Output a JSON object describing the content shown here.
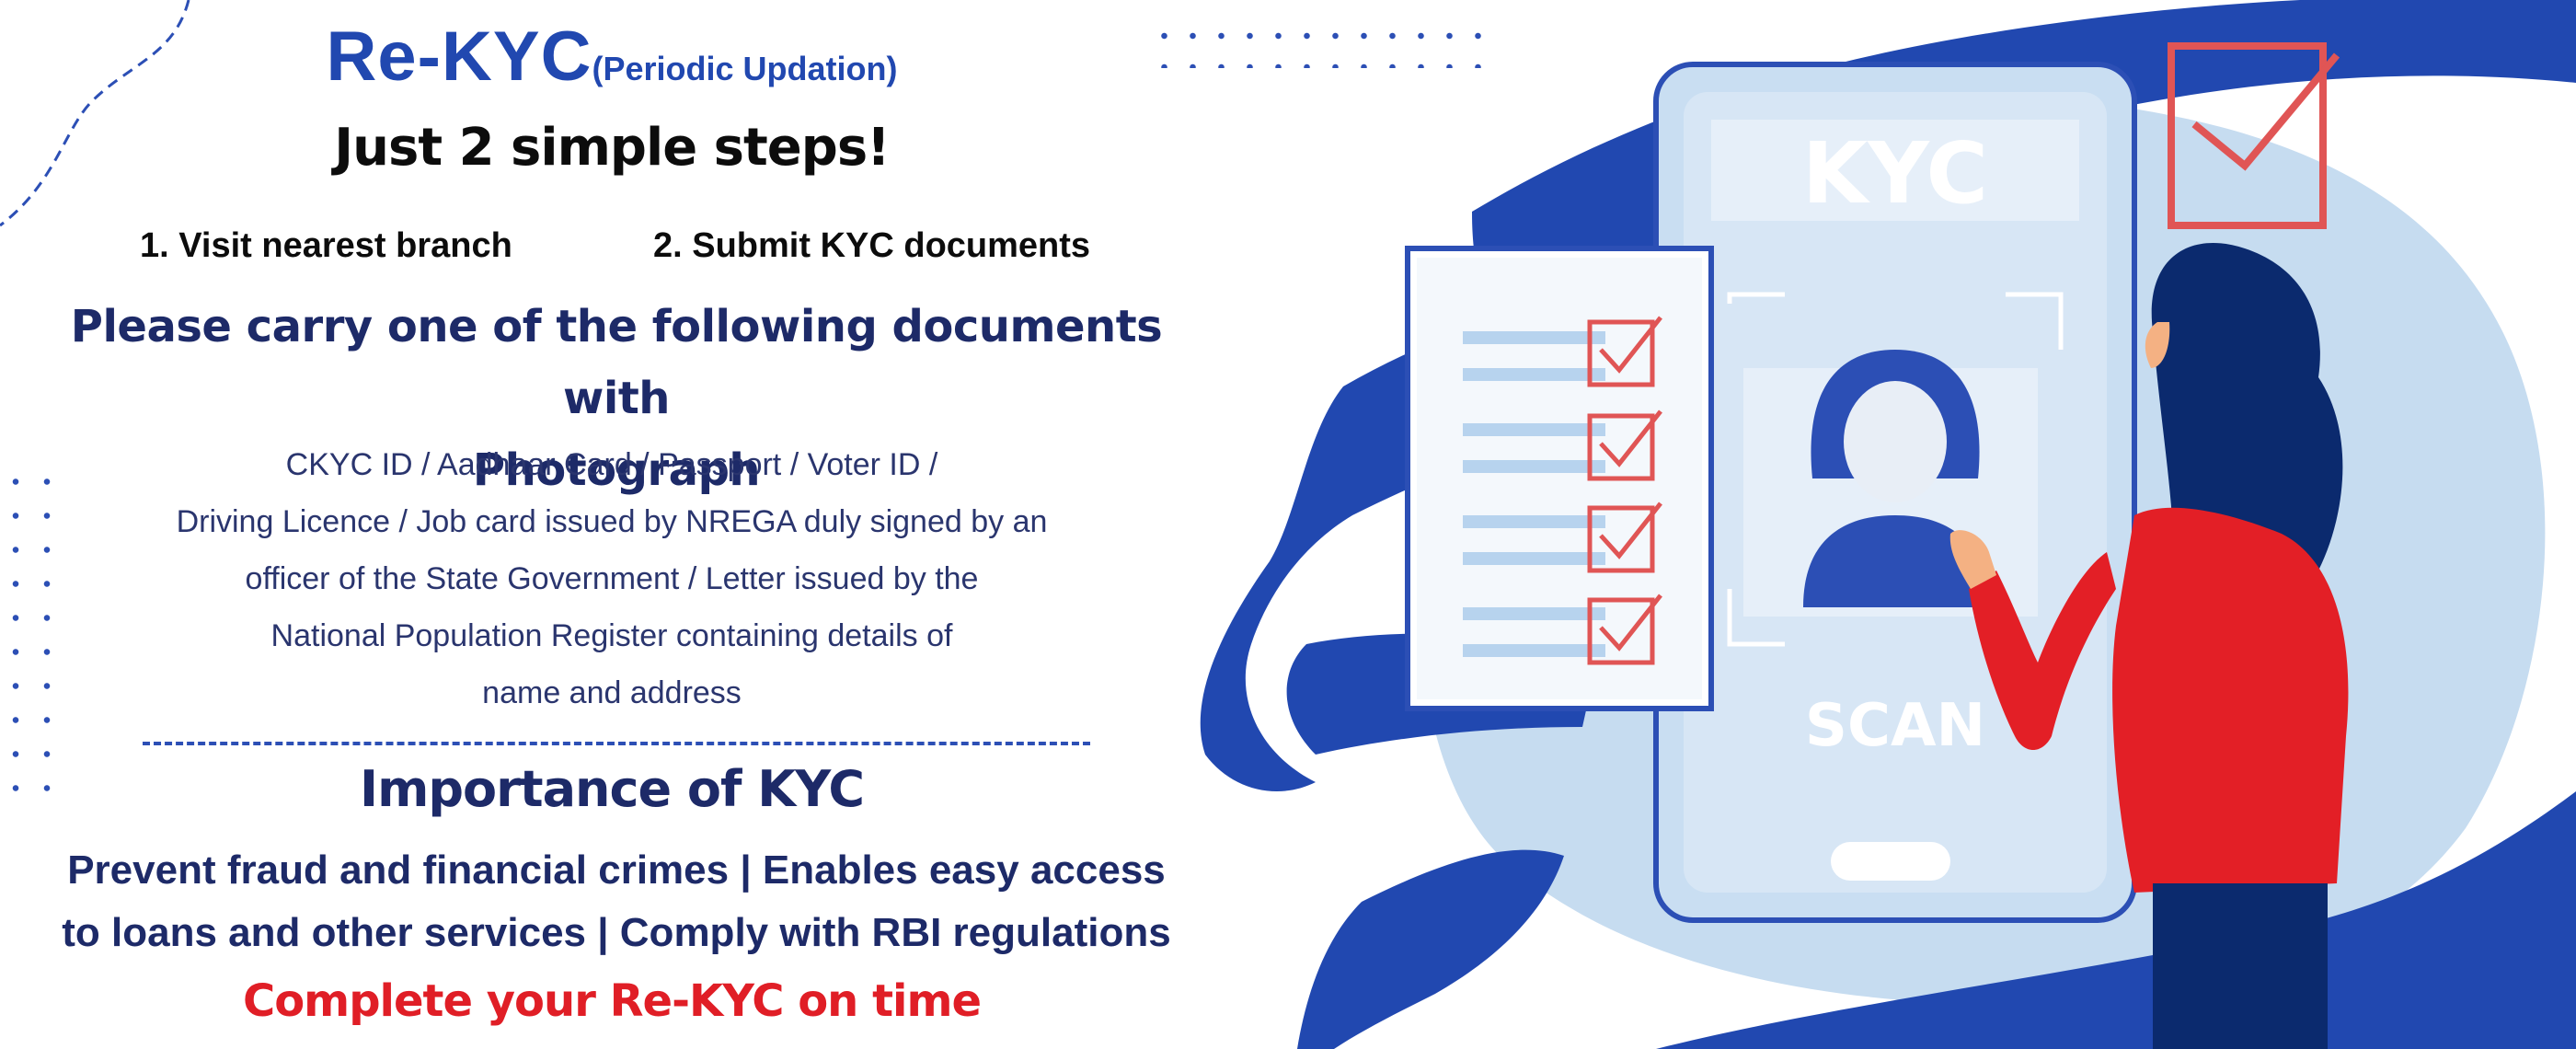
{
  "header": {
    "title": "Re-KYC",
    "title_suffix": "(Periodic Updation)",
    "subheading": "Just 2 simple steps!"
  },
  "steps": [
    "1. Visit nearest branch",
    "2. Submit KYC documents"
  ],
  "documents": {
    "heading_line1": "Please carry one of the following documents with",
    "heading_line2": "Photograph",
    "list_lines": [
      "CKYC ID / Aadhaar Card / Passport / Voter ID /",
      "Driving Licence /  Job card issued by NREGA duly signed by an",
      "officer of the State Government / Letter issued by the",
      "National Population Register containing  details of",
      "name  and address"
    ]
  },
  "importance": {
    "heading": "Importance of KYC",
    "line1": "Prevent fraud and financial crimes | Enables easy access",
    "line2": "to loans and other services |  Comply with RBI regulations"
  },
  "cta": "Complete your Re-KYC on time",
  "illustration": {
    "phone_label": "KYC",
    "scan_label": "SCAN"
  },
  "colors": {
    "brand_blue": "#2148b0",
    "navy": "#1d2a68",
    "accent_red": "#e01e26",
    "light_blue": "#c6dcf0"
  }
}
